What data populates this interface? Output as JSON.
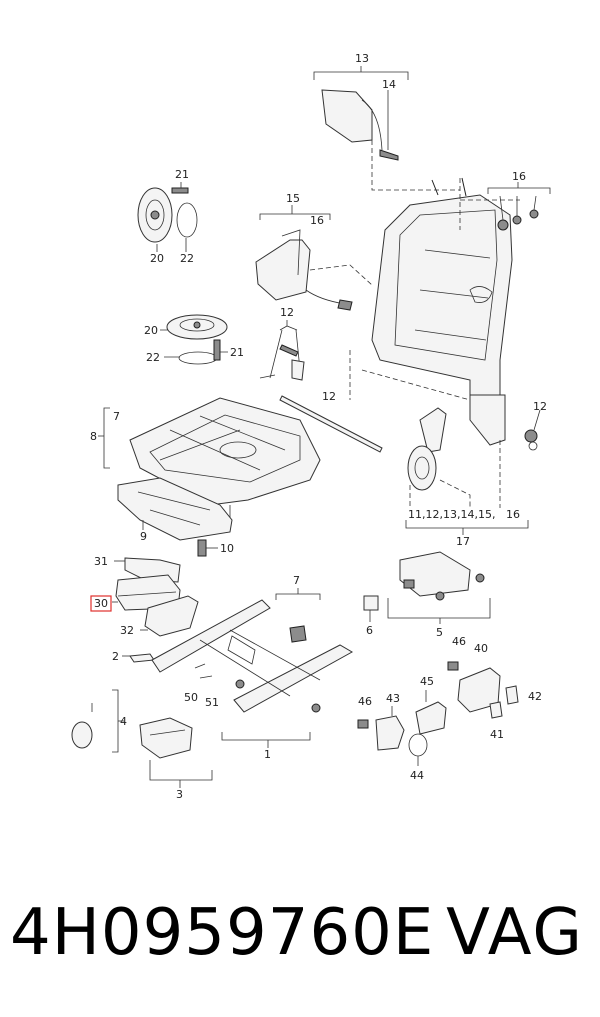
{
  "diagram": {
    "callouts": [
      "13",
      "14",
      "16",
      "15",
      "16",
      "21",
      "20",
      "22",
      "20",
      "22",
      "21",
      "12",
      "12",
      "7",
      "8",
      "9",
      "10",
      "31",
      "30",
      "32",
      "2",
      "50",
      "51",
      "4",
      "3",
      "7",
      "1",
      "6",
      "5",
      "46",
      "40",
      "45",
      "43",
      "46",
      "42",
      "41",
      "44",
      "12",
      "11,12,13,14,15,",
      "16",
      "17"
    ],
    "highlighted_callout": "30"
  },
  "caption": {
    "part_number": "4H0959760E",
    "brand": "VAG"
  }
}
